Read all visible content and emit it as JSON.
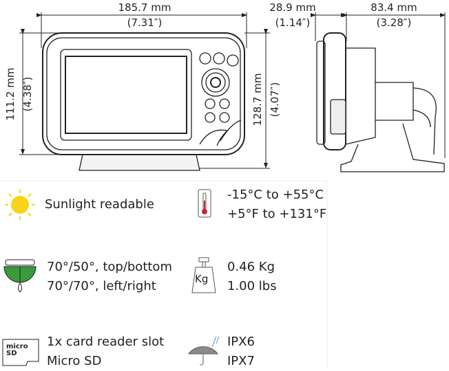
{
  "dimensions": {
    "width_mm": "185.7 mm",
    "width_in": "(7.31″)",
    "height_mm": "111.2 mm",
    "height_in": "(4.38″)",
    "height_with_mount_mm": "128.7 mm",
    "height_with_mount_in": "(4.07″)",
    "depth_mm": "28.9 mm",
    "depth_in": "(1.14″)",
    "depth_with_mount_mm": "83.4 mm",
    "depth_with_mount_in": "(3.28″)"
  },
  "specs": [
    {
      "icon": "sun-icon",
      "lines": [
        "Sunlight readable"
      ]
    },
    {
      "icon": "thermometer-icon",
      "lines": [
        "-15°C to +55°C",
        "+5°F to +131°F"
      ]
    },
    {
      "icon": "viewing-angle-icon",
      "lines": [
        "70°/50°, top/bottom",
        "70°/70°, left/right"
      ]
    },
    {
      "icon": "weight-icon",
      "lines": [
        "0.46 Kg",
        "1.00 lbs"
      ],
      "icon_label": "Kg"
    },
    {
      "icon": "microsd-icon",
      "lines": [
        "1x card reader slot",
        "Micro SD"
      ],
      "icon_label": "micro SD"
    },
    {
      "icon": "umbrella-icon",
      "lines": [
        "IPX6",
        "IPX7"
      ]
    }
  ],
  "colors": {
    "sun": "#f7d417",
    "green": "#3a9a3c",
    "red": "#c8252c",
    "gray": "#8a8a8a"
  }
}
